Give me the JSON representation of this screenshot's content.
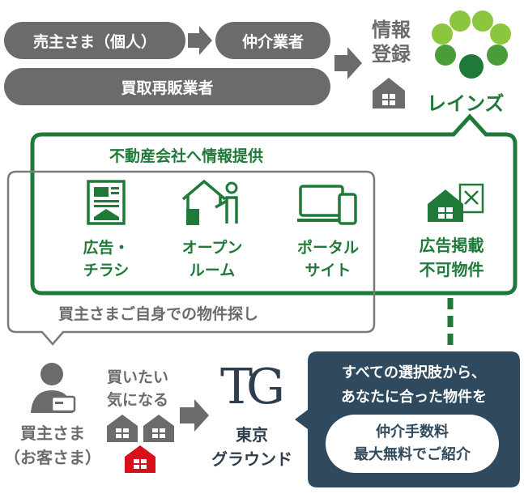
{
  "flow": {
    "seller": "売主さま（個人）",
    "agent": "仲介業者",
    "reseller": "買取再販業者",
    "registration": [
      "情報",
      "登録"
    ],
    "reins": "レインズ"
  },
  "info": {
    "title": "不動産会社へ情報提供",
    "channels": [
      {
        "label": [
          "広告・",
          "チラシ"
        ],
        "icon": "flyer-icon"
      },
      {
        "label": [
          "オープン",
          "ルーム"
        ],
        "icon": "open-room-icon"
      },
      {
        "label": [
          "ポータル",
          "サイト"
        ],
        "icon": "portal-site-icon"
      }
    ],
    "no_ad": [
      "広告掲載",
      "不可物件"
    ],
    "self_search": "買主さまご自身での物件探し"
  },
  "buyer": {
    "label": [
      "買主さま",
      "（お客さま）"
    ],
    "want": [
      "買いたい",
      "気になる"
    ]
  },
  "company": {
    "logo": "TG",
    "name": [
      "東京",
      "グラウンド"
    ]
  },
  "callout": {
    "text": [
      "すべての選択肢から、",
      "あなたに合った物件を"
    ],
    "badge": [
      "仲介手数料",
      "最大無料でご紹介"
    ]
  },
  "colors": {
    "gray": "#6b6b6b",
    "green": "#1f7a3a",
    "navy": "#2f4a5e",
    "red": "#d7101b"
  }
}
